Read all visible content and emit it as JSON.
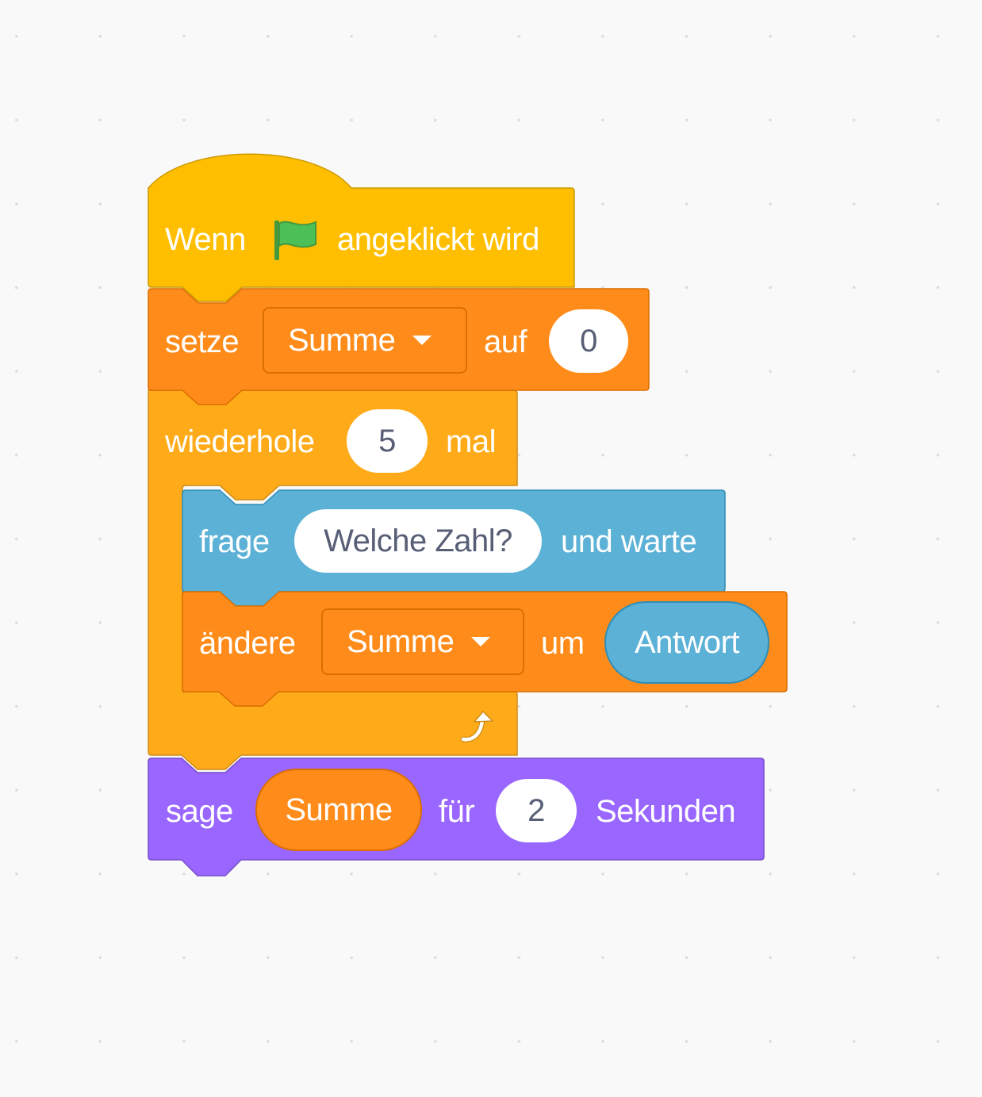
{
  "script": {
    "hat": {
      "label_before": "Wenn",
      "icon": "green-flag-icon",
      "label_after": "angeklickt wird"
    },
    "set_var": {
      "label": "setze",
      "variable": "Summe",
      "label_to": "auf",
      "value": "0"
    },
    "repeat": {
      "label": "wiederhole",
      "times": "5",
      "label_after": "mal",
      "end_icon": "loop-arrow-icon"
    },
    "ask": {
      "label": "frage",
      "question": "Welche Zahl?",
      "label_after": "und warte"
    },
    "change_var": {
      "label": "ändere",
      "variable": "Summe",
      "label_by": "um",
      "reporter": "Antwort"
    },
    "say": {
      "label": "sage",
      "reporter": "Summe",
      "label_for": "für",
      "seconds": "2",
      "label_after": "Sekunden"
    }
  },
  "colors": {
    "events": "#ffbf00",
    "variables": "#ff8c1a",
    "control": "#ffab19",
    "sensing": "#5cb1d6",
    "looks": "#9966ff",
    "workspace": "#f9f9f9",
    "flag_green": "#4cbf56"
  }
}
